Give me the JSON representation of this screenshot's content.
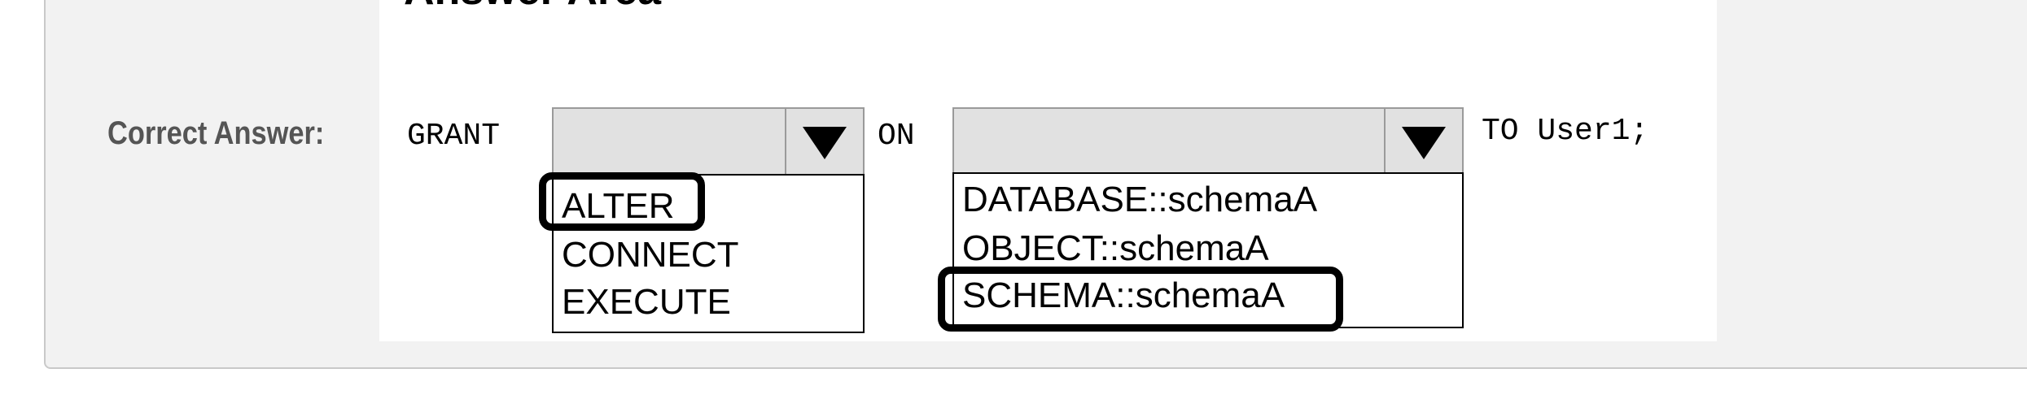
{
  "answer_area": {
    "title": "Answer Area"
  },
  "correct_answer_label": "Correct Answer:",
  "statement": {
    "grant": "GRANT",
    "on": "ON",
    "to": "TO User1;"
  },
  "permission_dropdown": {
    "selected": "",
    "options": [
      "ALTER",
      "CONNECT",
      "EXECUTE"
    ],
    "highlighted": "ALTER"
  },
  "target_dropdown": {
    "selected": "",
    "options": [
      "DATABASE::schemaA",
      "OBJECT::schemaA",
      "SCHEMA::schemaA"
    ],
    "highlighted": "SCHEMA::schemaA"
  },
  "colors": {
    "card_background": "#f2f2f2",
    "label_gray": "#555555",
    "select_gray": "#e1e1e1"
  },
  "icons": {
    "dropdown_arrow": "triangle-down-icon"
  }
}
